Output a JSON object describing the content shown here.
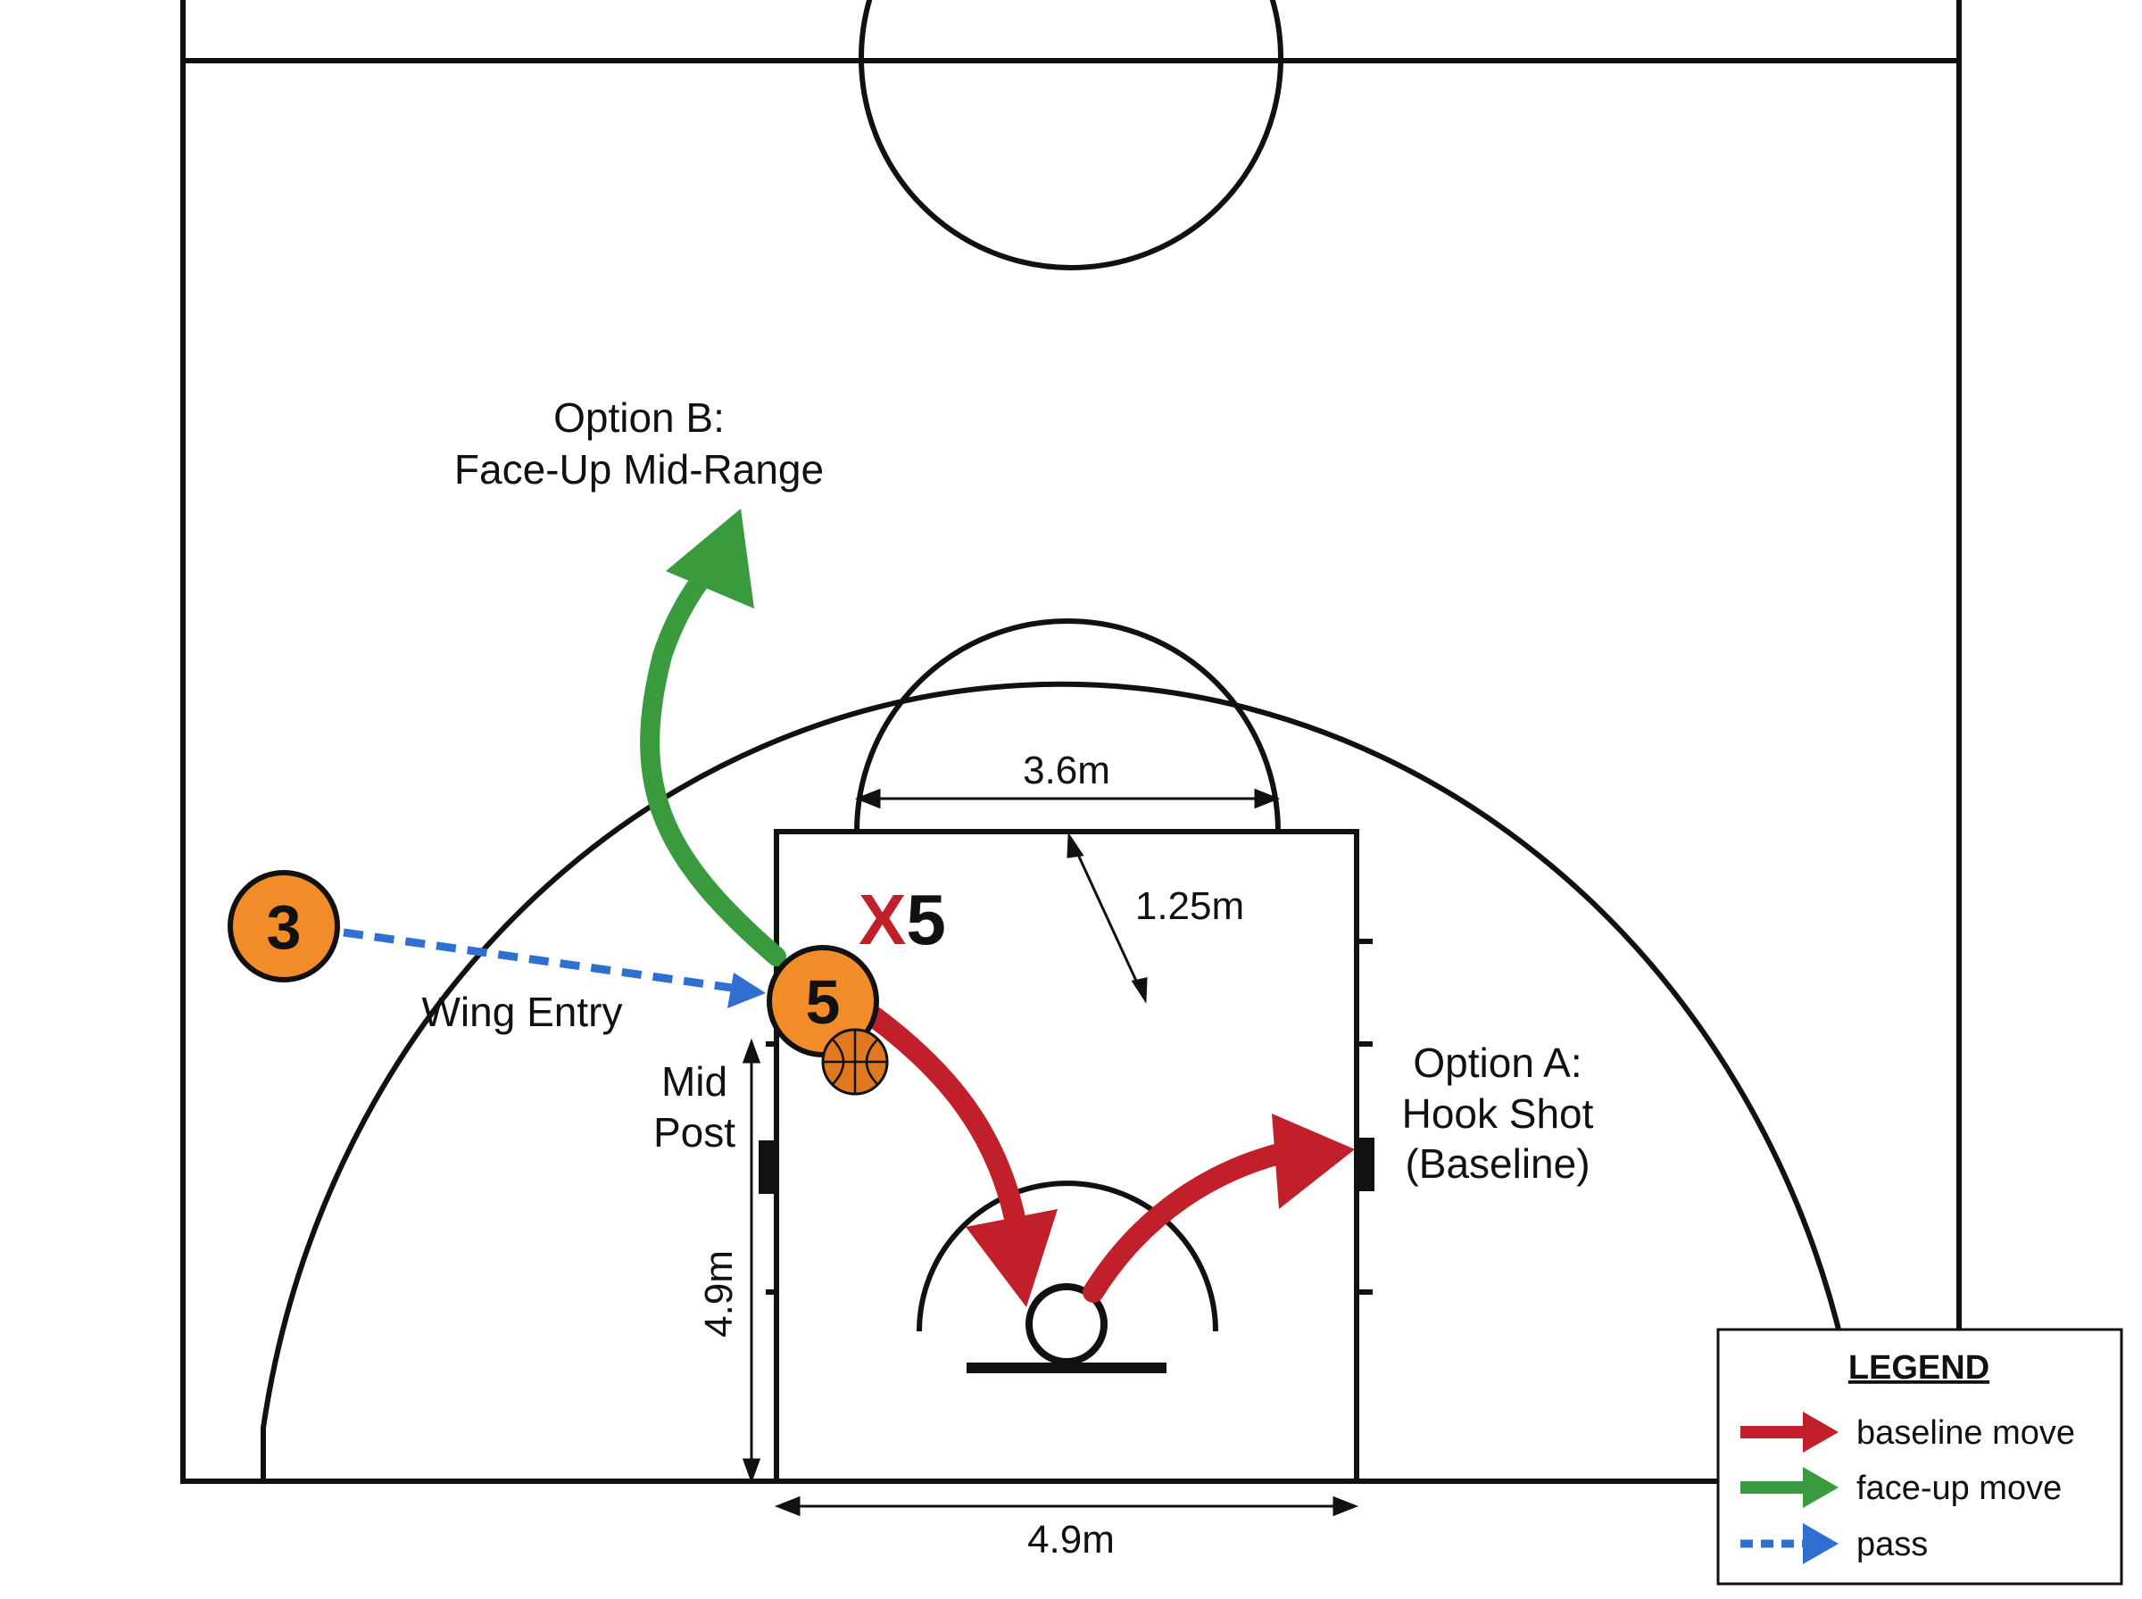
{
  "labels": {
    "option_b_line1": "Option B:",
    "option_b_line2": "Face-Up Mid-Range",
    "option_a_line1": "Option A:",
    "option_a_line2": "Hook Shot",
    "option_a_line3": "(Baseline)",
    "wing_entry": "Wing Entry",
    "mid_post_line1": "Mid",
    "mid_post_line2": "Post",
    "dim_ft_circle": "3.6m",
    "dim_ft_distance": "1.25m",
    "dim_lane_length": "4.9m",
    "dim_lane_width": "4.9m"
  },
  "players": {
    "wing": "3",
    "post": "5",
    "defender_x": "X",
    "defender_num": "5"
  },
  "legend": {
    "title": "LEGEND",
    "items": [
      {
        "label": "baseline move",
        "color": "#c1202a",
        "style": "solid"
      },
      {
        "label": "face-up move",
        "color": "#3a9a3e",
        "style": "solid"
      },
      {
        "label": "pass",
        "color": "#2f6fd1",
        "style": "dashed"
      }
    ]
  },
  "colors": {
    "baseline_move": "#c1202a",
    "face_up_move": "#3a9a3e",
    "pass": "#2f6fd1",
    "player_fill": "#f28c28",
    "defender_x": "#c1202a"
  }
}
